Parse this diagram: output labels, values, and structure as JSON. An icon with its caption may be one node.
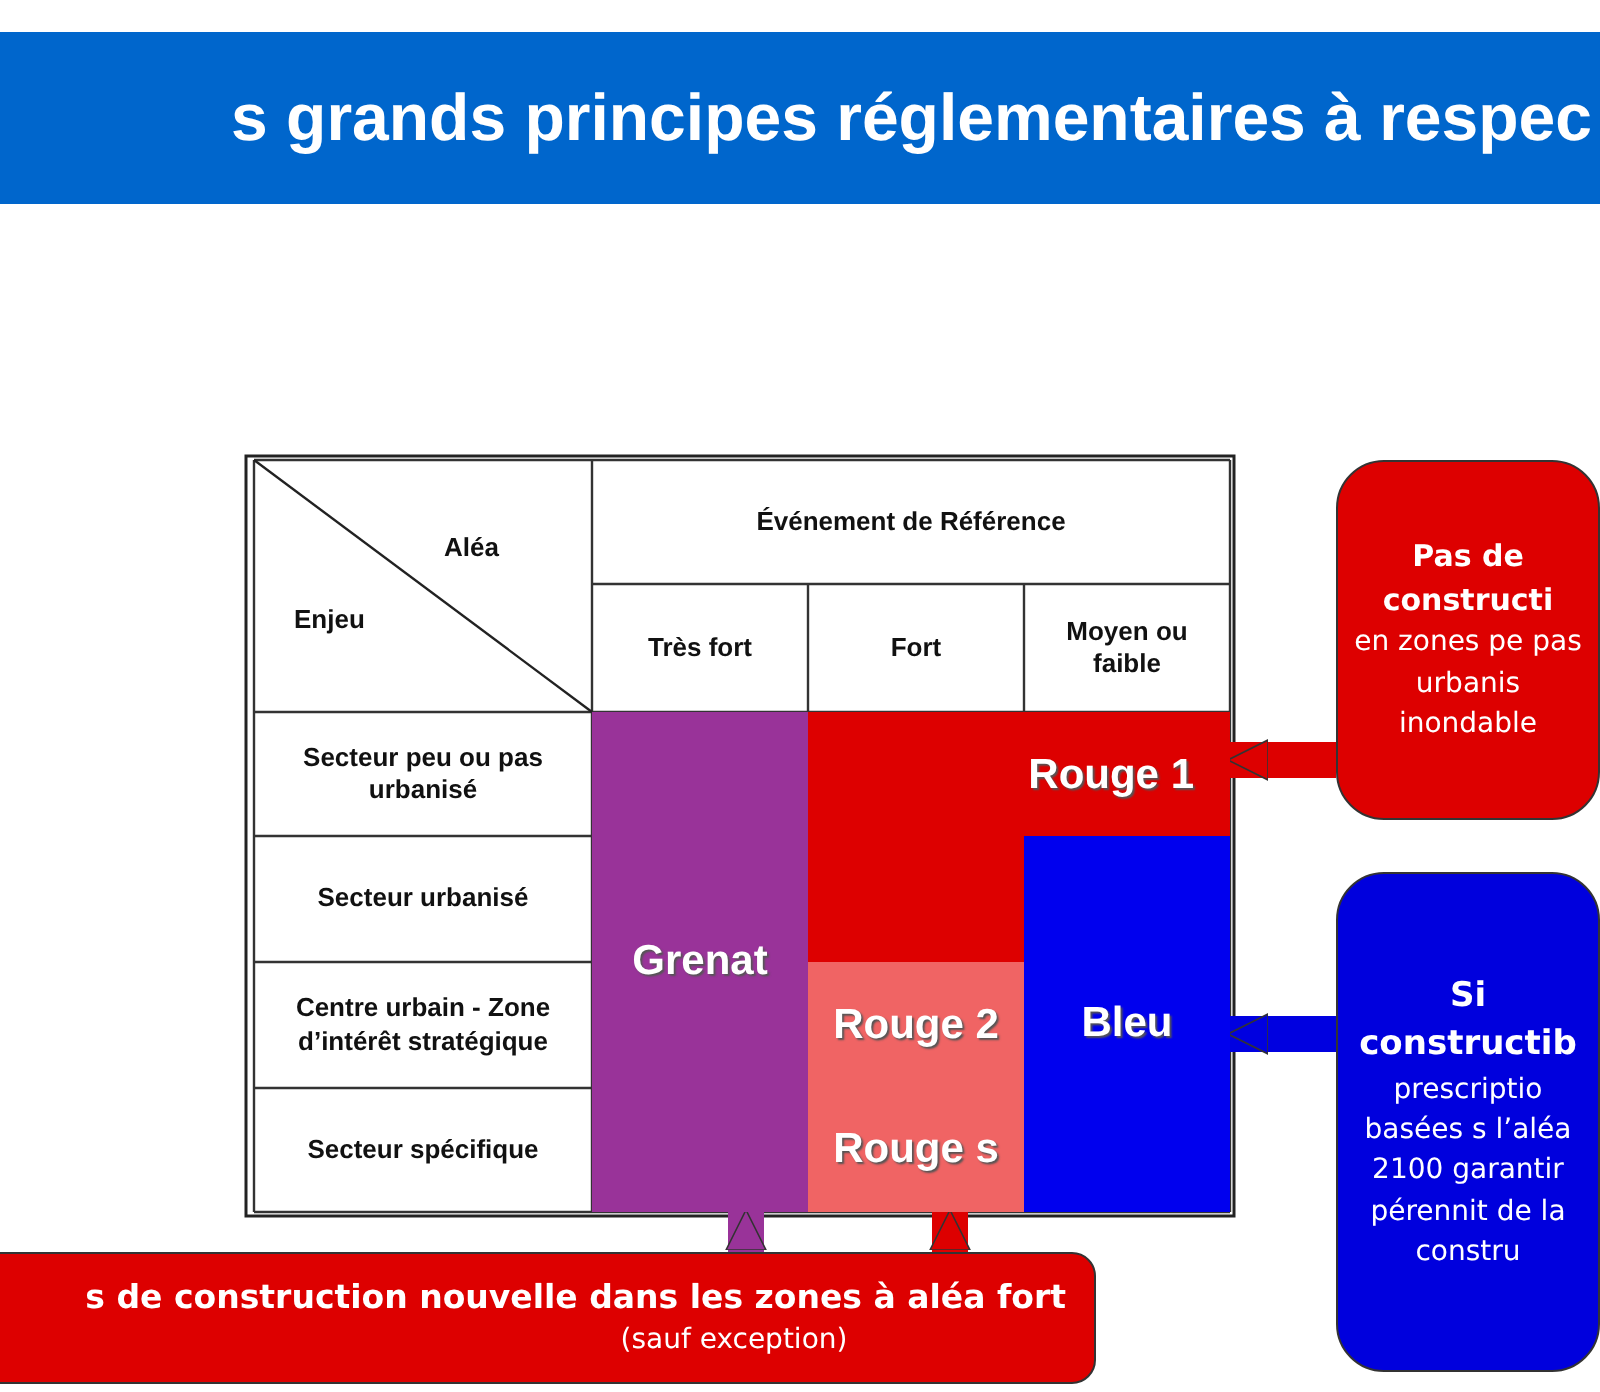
{
  "diagram": {
    "title": "s grands principes réglementaires à respec",
    "nodes": [
      {
        "text": [
          "Grenat"
        ]
      },
      {
        "text": [
          "Rouge 1"
        ]
      },
      {
        "text": [
          "Rouge 2"
        ]
      },
      {
        "text": [
          "Rouge s"
        ]
      },
      {
        "text": [
          "Bleu"
        ]
      },
      {
        "text": [
          "Pas de constructi",
          "en zones pe pas urbanis inondable"
        ]
      },
      {
        "text": [
          "Si constructib",
          "prescriptio basées s l’aléa 2100 garantir pérennit de la constru"
        ]
      },
      {
        "text": [
          "s de construction nouvelle dans les zones à aléa fort",
          "(sauf exception)"
        ]
      }
    ],
    "edges": [
      {
        "from": 5,
        "to": 1,
        "arrow": "to"
      },
      {
        "from": 6,
        "to": 4,
        "arrow": "to",
        "color": "#0000e0"
      },
      {
        "from": 7,
        "to": 0,
        "arrow": "to",
        "color": "#993399"
      },
      {
        "from": 7,
        "to": 3,
        "arrow": "to"
      }
    ],
    "labels": [
      "Aléa",
      "Enjeu",
      "Événement de Référence",
      "Très fort",
      "Fort",
      "Moyen ou faible",
      "Secteur peu ou pas urbanisé",
      "Secteur urbanisé",
      "Centre urbain - Zone d’intérêt stratégique",
      "Secteur spécifique"
    ]
  }
}
